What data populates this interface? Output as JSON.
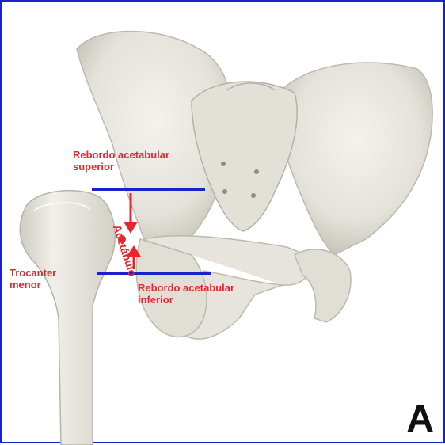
{
  "figure": {
    "panel_letter": "A",
    "labels": {
      "superior_line1": "Rebordo acetabular",
      "superior_line2": "superior",
      "inferior_line1": "Rebordo acetabular",
      "inferior_line2": "inferior",
      "trochanter_line1": "Trocanter",
      "trochanter_line2": "menor",
      "acetabulum": "Acetábulo"
    },
    "colors": {
      "frame": "#1a23c9",
      "reference_lines": "#1a23c9",
      "annotation": "#e8252d",
      "bone": "#e9e7e0",
      "bone_shadow": "#c9c6bd"
    }
  }
}
